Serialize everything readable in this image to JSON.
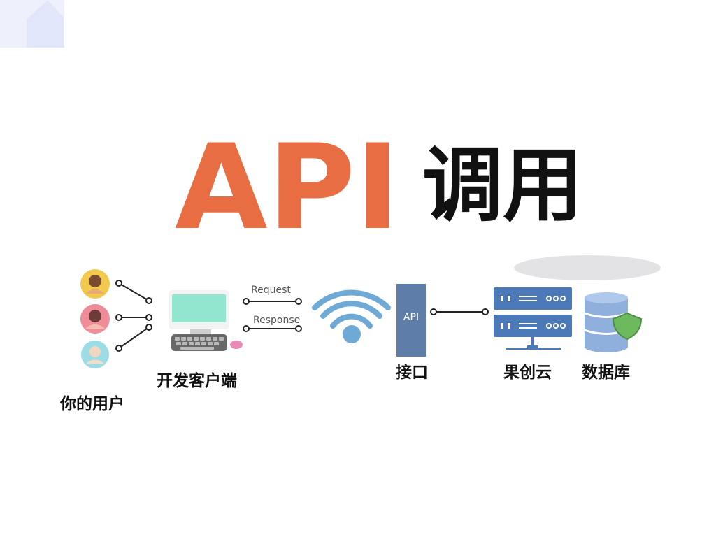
{
  "title": {
    "api": "API",
    "call": "调用"
  },
  "labels": {
    "users": "你的用户",
    "client": "开发客户端",
    "request": "Request",
    "response": "Response",
    "api_box": "API",
    "interface": "接口",
    "cloud": "果创云",
    "database": "数据库"
  },
  "colors": {
    "title_orange": "#E96D43",
    "title_black": "#111111",
    "api_column": "#5E7DA8",
    "wifi_blue": "#6FA9D6",
    "server_blue": "#4C79B8",
    "db_blue": "#8FB0DD",
    "shield_green": "#6DBA5E",
    "monitor_screen": "#92E6CF",
    "mouse_pink": "#E98BB6"
  },
  "icons": {
    "user_1": "user-avatar-icon",
    "user_2": "user-avatar-icon",
    "user_3": "user-avatar-icon",
    "computer": "desktop-computer-icon",
    "wifi": "wifi-icon",
    "server": "server-icon",
    "database": "database-icon",
    "shield": "shield-icon"
  }
}
